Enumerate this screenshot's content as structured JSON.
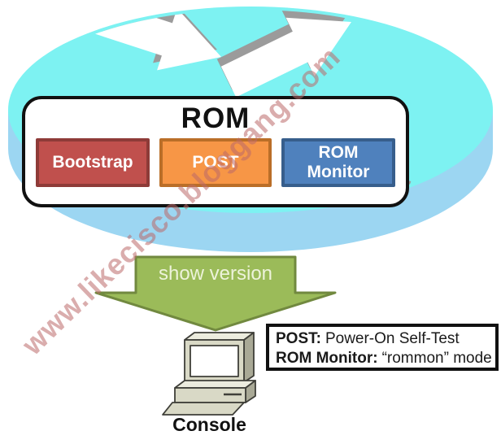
{
  "router": {
    "icon": "cisco-router-cylinder",
    "top_color": "#7DF2F2",
    "side_color": "#9CD6F2",
    "rom": {
      "title": "ROM",
      "chips": [
        {
          "label": "Bootstrap",
          "fill": "#C0504D",
          "border": "#8E3B38",
          "text_color": "#FFFFFF"
        },
        {
          "label": "POST",
          "fill": "#F79646",
          "border": "#BA6E28",
          "text_color": "#FFFFFF"
        },
        {
          "label": "ROM Monitor",
          "fill": "#4F81BD",
          "border": "#375E8C",
          "text_color": "#FFFFFF"
        }
      ]
    }
  },
  "flow_arrow": {
    "label": "show version",
    "fill": "#9BBB59",
    "border": "#71893F",
    "label_color": "#EDF3DA"
  },
  "console": {
    "label": "Console",
    "body_color": "#D9D9C6"
  },
  "callout": {
    "line1_label": "POST:",
    "line1_text": "Power-On Self-Test",
    "line2_label": "ROM Monitor:",
    "line2_text": "“rommon” mode"
  },
  "watermark": {
    "text": "www.likecisco.bloggang.com",
    "color": "rgba(187,106,106,0.55)"
  }
}
